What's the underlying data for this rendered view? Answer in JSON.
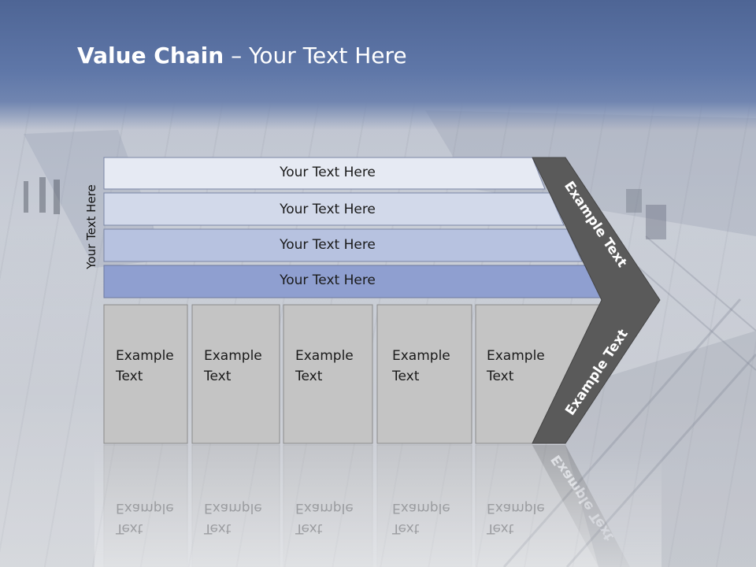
{
  "slide": {
    "title_bold": "Value Chain",
    "title_rest": " – Your Text Here",
    "side_label": "Your Text Here"
  },
  "bars": [
    {
      "label": "Your Text Here",
      "color": "#e6eaf3"
    },
    {
      "label": "Your Text Here",
      "color": "#d2d9ea"
    },
    {
      "label": "Your Text Here",
      "color": "#b7c2e0"
    },
    {
      "label": "Your Text Here",
      "color": "#8f9fd0"
    }
  ],
  "boxes": [
    {
      "line1": "Example",
      "line2": "Text"
    },
    {
      "line1": "Example",
      "line2": "Text"
    },
    {
      "line1": "Example",
      "line2": "Text"
    },
    {
      "line1": "Example",
      "line2": "Text"
    },
    {
      "line1": "Example",
      "line2": "Text"
    }
  ],
  "chevron": {
    "top_label": "Example Text",
    "bottom_label": "Example Text",
    "color": "#5a5a5a"
  },
  "colors": {
    "header": "#5a70a2",
    "box_fill": "#c4c4c4",
    "box_border": "#8a8a8a"
  }
}
